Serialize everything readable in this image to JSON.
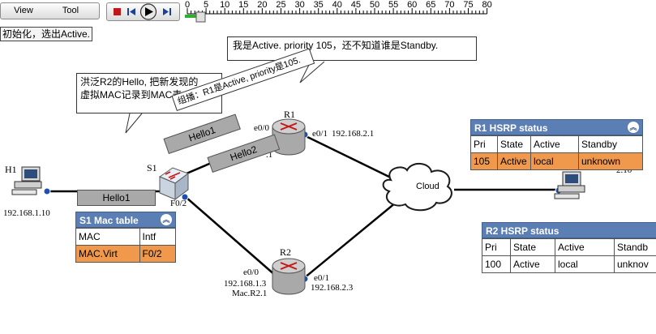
{
  "toolbar": {
    "menu": [
      "View",
      "Tool"
    ],
    "timeline_ticks": [
      "0",
      "5",
      "10",
      "15",
      "20",
      "25",
      "30",
      "35",
      "40",
      "45",
      "50",
      "55",
      "60",
      "65",
      "70",
      "75",
      "80"
    ]
  },
  "status_text": "初始化，选出Active.",
  "callouts": {
    "r1_active": "我是Active. priority 105，还不知道谁是Standby.",
    "flood_line1": "洪泛R2的Hello, 把新发现的",
    "flood_line2": "虚拟MAC记录到MAC表。",
    "multicast": "组播：R1是Active, priority是105."
  },
  "packets": {
    "hello1_a": "Hello1",
    "hello1_b": "Hello1",
    "hello2": "Hello2"
  },
  "devices": {
    "h1": {
      "name": "H1",
      "ip": "192.168.1.10"
    },
    "s1": {
      "name": "S1",
      "port": "F0/2"
    },
    "r1": {
      "name": "R1",
      "e00": "e0/0",
      "e01": "e0/1",
      "ip_e01": "192.168.2.1",
      "ip_partial": ".1"
    },
    "r2": {
      "name": "R2",
      "e00": "e0/0",
      "e01": "e0/1",
      "ip_e00": "192.168.1.3",
      "ip_e01": "192.168.2.3",
      "mac": "Mac.R2.1"
    },
    "cloud": {
      "name": "Cloud"
    },
    "h2": {
      "ip_partial": "2.10"
    }
  },
  "s1_mac_table": {
    "title": "S1 Mac table",
    "headers": [
      "MAC",
      "Intf"
    ],
    "rows": [
      [
        "MAC.Virt",
        "F0/2"
      ]
    ]
  },
  "r1_hsrp": {
    "title": "R1 HSRP status",
    "headers": [
      "Pri",
      "State",
      "Active",
      "Standby"
    ],
    "row": [
      "105",
      "Active",
      "local",
      "unknown"
    ]
  },
  "r2_hsrp": {
    "title": "R2 HSRP status",
    "headers": [
      "Pri",
      "State",
      "Active",
      "Standb"
    ],
    "row": [
      "100",
      "Active",
      "local",
      "unknov"
    ]
  },
  "colors": {
    "panel_header": "#5b7fb4",
    "highlight_row": "#f0984c",
    "packet": "#a9a9a9",
    "router": "#b0b0b0"
  }
}
